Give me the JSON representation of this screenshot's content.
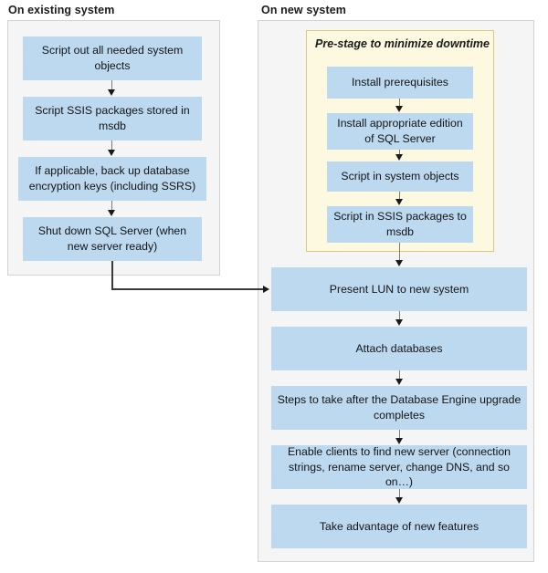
{
  "panels": {
    "existing": {
      "title": "On existing system"
    },
    "new": {
      "title": "On new system"
    }
  },
  "prestage": {
    "title": "Pre-stage to minimize downtime"
  },
  "nodes": {
    "script_objects": "Script out all needed system objects",
    "script_ssis": "Script SSIS packages stored in msdb",
    "backup_keys": "If applicable, back up database encryption keys (including SSRS)",
    "shutdown": "Shut down SQL Server (when new server ready)",
    "install_prereq": "Install prerequisites",
    "install_edition": "Install appropriate edition of SQL Server",
    "script_in_objects": "Script in system objects",
    "script_in_ssis": "Script in SSIS packages to msdb",
    "present_lun": "Present LUN to new system",
    "attach_db": "Attach databases",
    "steps_after": "Steps to take after the Database Engine upgrade completes",
    "enable_clients": "Enable clients to find new server (connection strings, rename server, change DNS, and so on…)",
    "take_advantage": "Take advantage of new features"
  },
  "colors": {
    "node_fill": "#bcd9f0",
    "panel_fill": "#f5f5f5",
    "panel_border": "#d2d2d2",
    "prestage_fill": "#fdf9e0",
    "prestage_border": "#d9c97e",
    "connector": "#7a7a7a",
    "arrowhead": "#1a1a1a"
  }
}
